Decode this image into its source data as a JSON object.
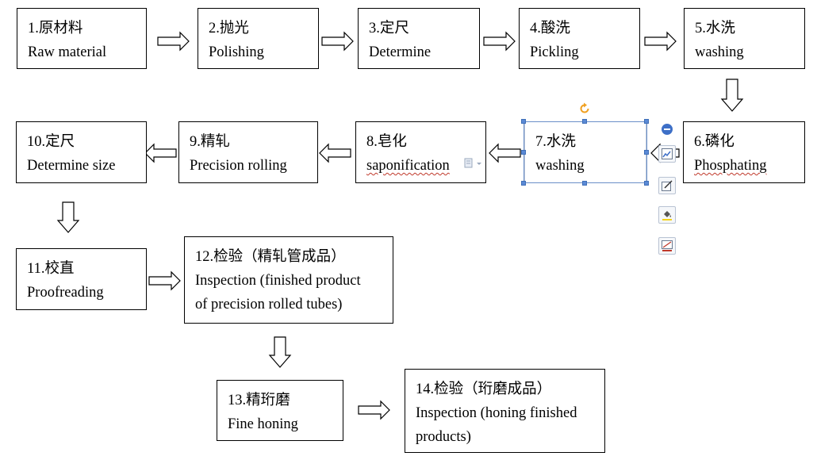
{
  "steps": [
    {
      "id": "s1",
      "zh": "1.原材料",
      "en": [
        "Raw material"
      ]
    },
    {
      "id": "s2",
      "zh": "2.抛光",
      "en": [
        "Polishing"
      ]
    },
    {
      "id": "s3",
      "zh": "3.定尺",
      "en": [
        "Determine"
      ]
    },
    {
      "id": "s4",
      "zh": "4.酸洗",
      "en": [
        "Pickling"
      ]
    },
    {
      "id": "s5",
      "zh": "5.水洗",
      "en": [
        "washing"
      ]
    },
    {
      "id": "s6",
      "zh": "6.磷化",
      "en": [
        "Phosphating"
      ]
    },
    {
      "id": "s7",
      "zh": "7.水洗",
      "en": [
        "washing"
      ]
    },
    {
      "id": "s8",
      "zh": "8.皂化",
      "en": [
        "saponification"
      ]
    },
    {
      "id": "s9",
      "zh": "9.精轧",
      "en": [
        "Precision rolling"
      ]
    },
    {
      "id": "s10",
      "zh": "10.定尺",
      "en": [
        "Determine size"
      ]
    },
    {
      "id": "s11",
      "zh": "11.校直",
      "en": [
        "Proofreading"
      ]
    },
    {
      "id": "s12",
      "zh": "12.检验（精轧管成品）",
      "en": [
        "Inspection (finished product",
        "of precision rolled tubes)"
      ]
    },
    {
      "id": "s13",
      "zh": "13.精珩磨",
      "en": [
        "Fine honing"
      ]
    },
    {
      "id": "s14",
      "zh": "14.检验（珩磨成品）",
      "en": [
        "Inspection (honing finished",
        "products)"
      ]
    }
  ],
  "colors": {
    "selection": "#5b8ad6",
    "rotate_handle": "#f0a020",
    "spellcheck": "#c0392b"
  },
  "toolbar_icons": [
    "remove-icon",
    "layout-options-icon",
    "edit-shape-icon",
    "fill-bucket-icon",
    "line-color-icon"
  ]
}
